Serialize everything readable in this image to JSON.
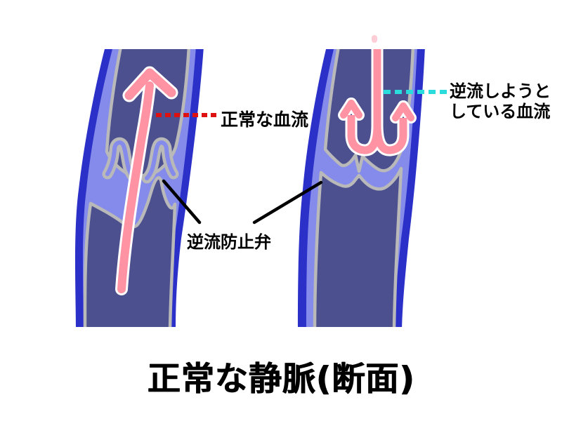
{
  "title": {
    "text": "正常な静脈(断面)"
  },
  "labels": {
    "normal_flow": "正常な血流",
    "reflux_line1": "逆流しようと",
    "reflux_line2": "している血流",
    "valve": "逆流防止弁"
  },
  "figures": {
    "left_vein": "normal-upward-blood-flow-vein",
    "right_vein": "reflux-blocked-by-valve-vein"
  },
  "colors": {
    "background": "#ffffff",
    "vein_outer_wall": "#2b30c8",
    "vein_middle_layer": "#858bea",
    "vein_inner_line": "#b9b9b9",
    "vein_lumen": "#4d508e",
    "blood_pink": "#ff93a4",
    "arrow_outline": "#ffffff",
    "normal_flow_dash": "#de1010",
    "reflux_dash": "#2bdcdc",
    "pointer_line": "#000000",
    "text_black": "#000000"
  }
}
